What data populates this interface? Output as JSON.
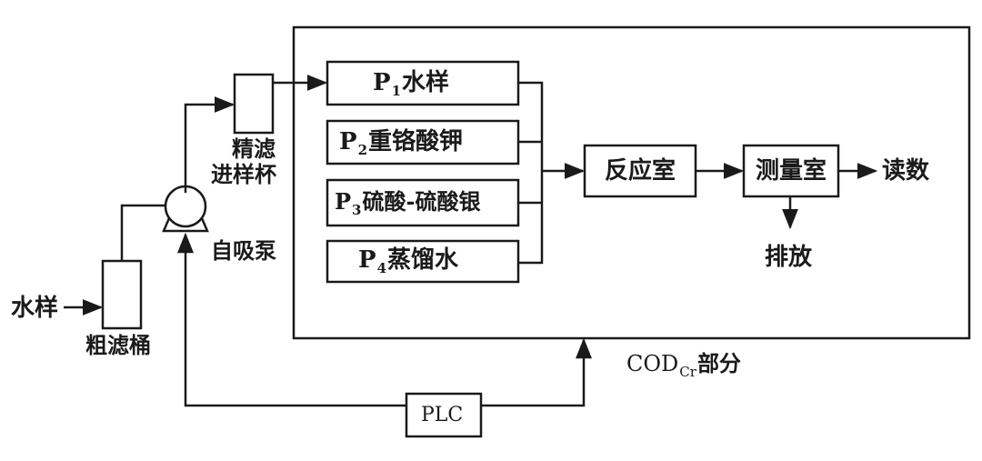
{
  "colors": {
    "ink": "#1a1a1a",
    "background": "#ffffff"
  },
  "reagents": [
    {
      "p": "P",
      "sub": "1",
      "name": "水样"
    },
    {
      "p": "P",
      "sub": "2",
      "name": "重铬酸钾"
    },
    {
      "p": "P",
      "sub": "3",
      "name": "硫酸-硫酸银"
    },
    {
      "p": "P",
      "sub": "4",
      "name": "蒸馏水"
    }
  ],
  "labels": {
    "water_sample_in": "水样",
    "coarse_filter_tank": "粗滤桶",
    "self_priming_pump": "自吸泵",
    "fine_filter_line1": "精滤",
    "fine_filter_line2": "进样杯",
    "reaction_chamber": "反应室",
    "measurement_chamber": "测量室",
    "reading": "读数",
    "discharge": "排放",
    "plc": "PLC",
    "cod_main": "COD",
    "cod_sub": "Cr",
    "cod_suffix": "部分"
  }
}
